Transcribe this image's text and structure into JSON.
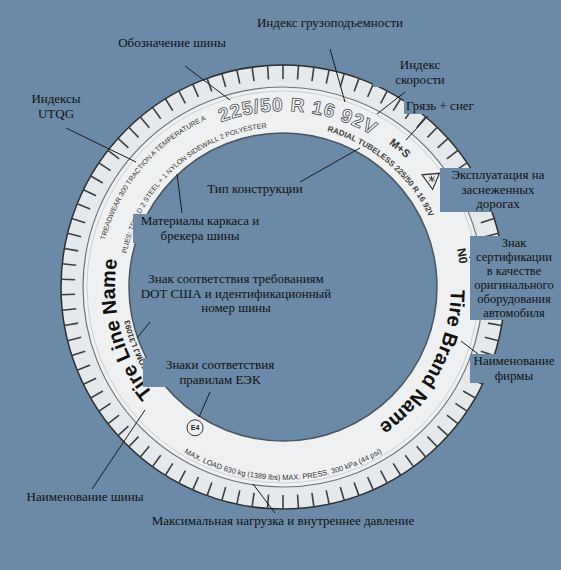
{
  "diagram": {
    "labels": [
      "Обозначение шины",
      "Индекс грузоподъемности",
      "Индекс скорости",
      "Грязь + снег",
      "Индексы UTQG",
      "Эксплуатация на заснеженных дорогах",
      "Тип конструкции",
      "Материалы каркаса и брекера шины",
      "Знак сертификации в качестве оригинального оборудования автомобиля",
      "Знак соответствия требованиям DOT США и идентификационный номер шины",
      "Наименование фирмы",
      "Знаки соответствия правилам ЕЭК",
      "Наименование шины",
      "Максимальная нагрузка и внутреннее давление",
      "225/50 R 16 92V",
      "M+S",
      "RADIAL TUBELESS 225/50 R 16 92V",
      "N0",
      "Tire Brand Name",
      "Tire Line Name",
      "DOT FOMJ L31093",
      "TREADWEAR 300 TRACTION A TEMPERATURE A",
      "PLIES: TREAD 2 STEEL + 1 NYLON SIDEWALL 2 POLYESTER",
      "MAX. LOAD 630 kg (1389 lbs) MAX. PRESS. 300 kPa (44 psi)",
      "E4"
    ]
  }
}
